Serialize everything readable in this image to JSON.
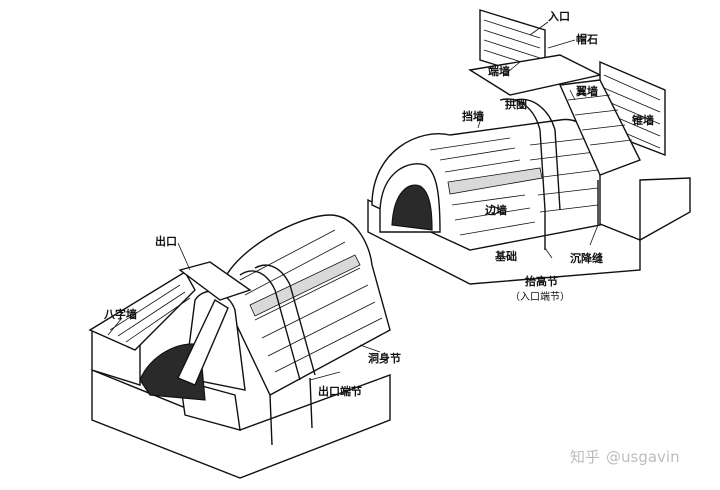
{
  "labels": {
    "entrance": "入口",
    "cap_stone": "帽石",
    "end_wall": "端墙",
    "wing_wall": "翼墙",
    "arch_ring": "拱圈",
    "parapet": "挡墙",
    "retaining_wall": "锥墙",
    "side_wall": "边墙",
    "foundation": "基础",
    "raised_section": "抬高节",
    "raised_section_note": "（入口端节）",
    "settlement_joint": "沉降缝",
    "exit": "出口",
    "splay_wall": "八字墙",
    "exit_end_section": "出口端节",
    "culvert_body_section": "洞身节"
  },
  "watermark": {
    "logo_text": "知乎",
    "handle": "@usgavin"
  }
}
